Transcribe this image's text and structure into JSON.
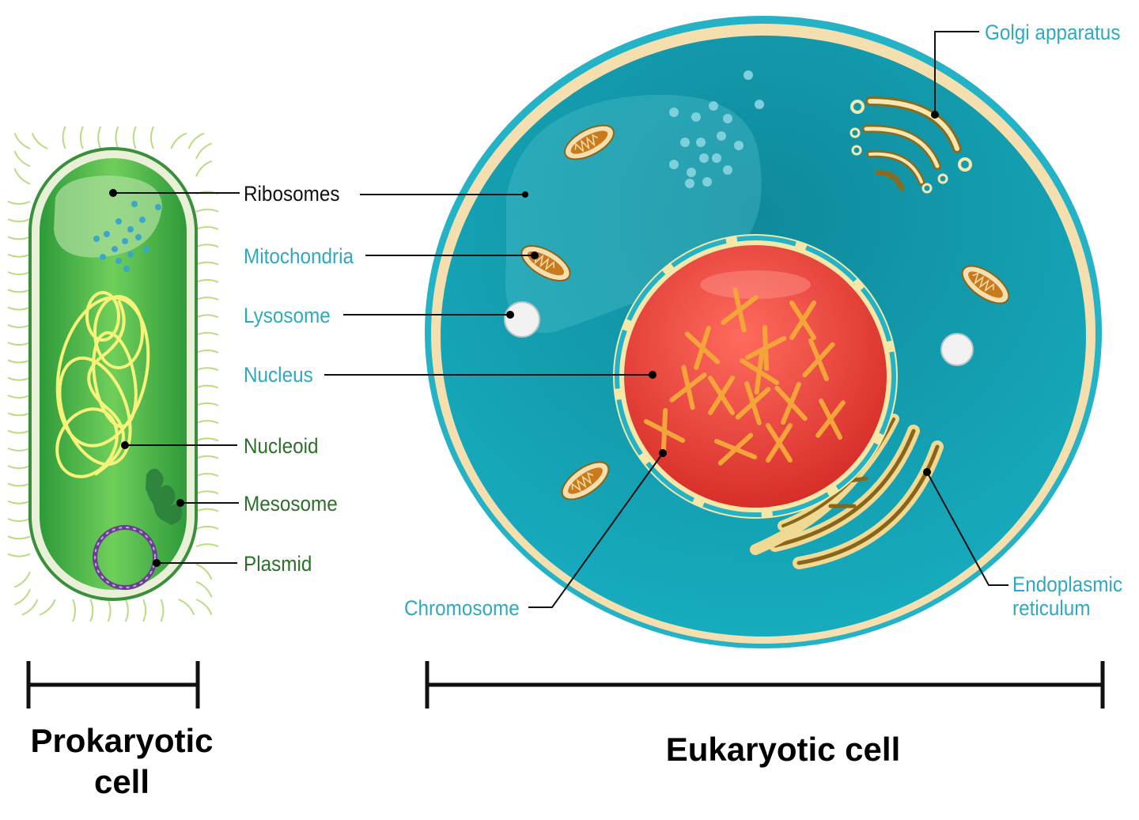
{
  "prokaryote": {
    "labels": {
      "ribosomes": "Ribosomes",
      "nucleoid": "Nucleoid",
      "mesosome": "Mesosome",
      "plasmid": "Plasmid"
    },
    "title_line1": "Prokaryotic",
    "title_line2": "cell"
  },
  "eukaryote": {
    "labels": {
      "mitochondria": "Mitochondria",
      "lysosome": "Lysosome",
      "nucleus": "Nucleus",
      "chromosome": "Chromosome",
      "golgi": "Golgi apparatus",
      "er_line1": "Endoplasmic",
      "er_line2": "reticulum"
    },
    "title": "Eukaryotic cell"
  },
  "colors": {
    "label_black": "#111111",
    "label_teal": "#2fa9c0",
    "label_green": "#2f6f2c",
    "cell_green": "#39b54a",
    "cytoplasm_teal": "#14a3b5",
    "nucleus_red": "#e8332f",
    "membrane_cream": "#f5dfae"
  }
}
